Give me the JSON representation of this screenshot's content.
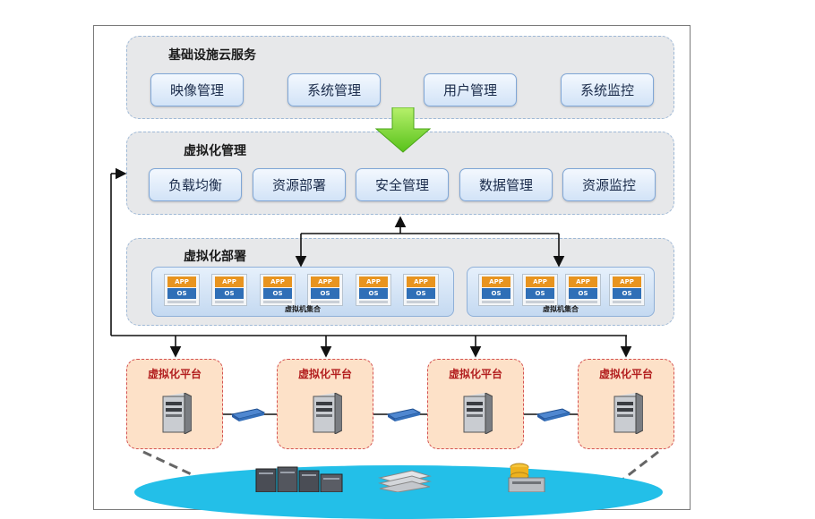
{
  "iaas": {
    "title": "基础设施云服务",
    "buttons": [
      "映像管理",
      "系统管理",
      "用户管理",
      "系统监控"
    ]
  },
  "virt_mgmt": {
    "title": "虚拟化管理",
    "buttons": [
      "负载均衡",
      "资源部署",
      "安全管理",
      "数据管理",
      "资源监控"
    ]
  },
  "virt_deploy": {
    "title": "虚拟化部署",
    "vm_app_label": "APP",
    "vm_os_label": "OS",
    "clusters": [
      {
        "label": "虚拟机集合",
        "vm_count": 6
      },
      {
        "label": "虚拟机集合",
        "vm_count": 4
      }
    ]
  },
  "platforms": [
    {
      "label": "虚拟化平台"
    },
    {
      "label": "虚拟化平台"
    },
    {
      "label": "虚拟化平台"
    },
    {
      "label": "虚拟化平台"
    }
  ],
  "colors": {
    "panel_bg": "#e7e8ea",
    "panel_border": "#9fb9d6",
    "button_border": "#7fa6d6",
    "platform_bg": "#fde1c8",
    "platform_border": "#d45252",
    "arrow_green": "#7ed321",
    "cloud": "#23bfe8",
    "app_orange": "#e8941f",
    "os_blue": "#2f6fb7"
  },
  "icons": [
    "green-down-arrow-icon",
    "server-icon",
    "network-switch-icon",
    "storage-icon"
  ]
}
